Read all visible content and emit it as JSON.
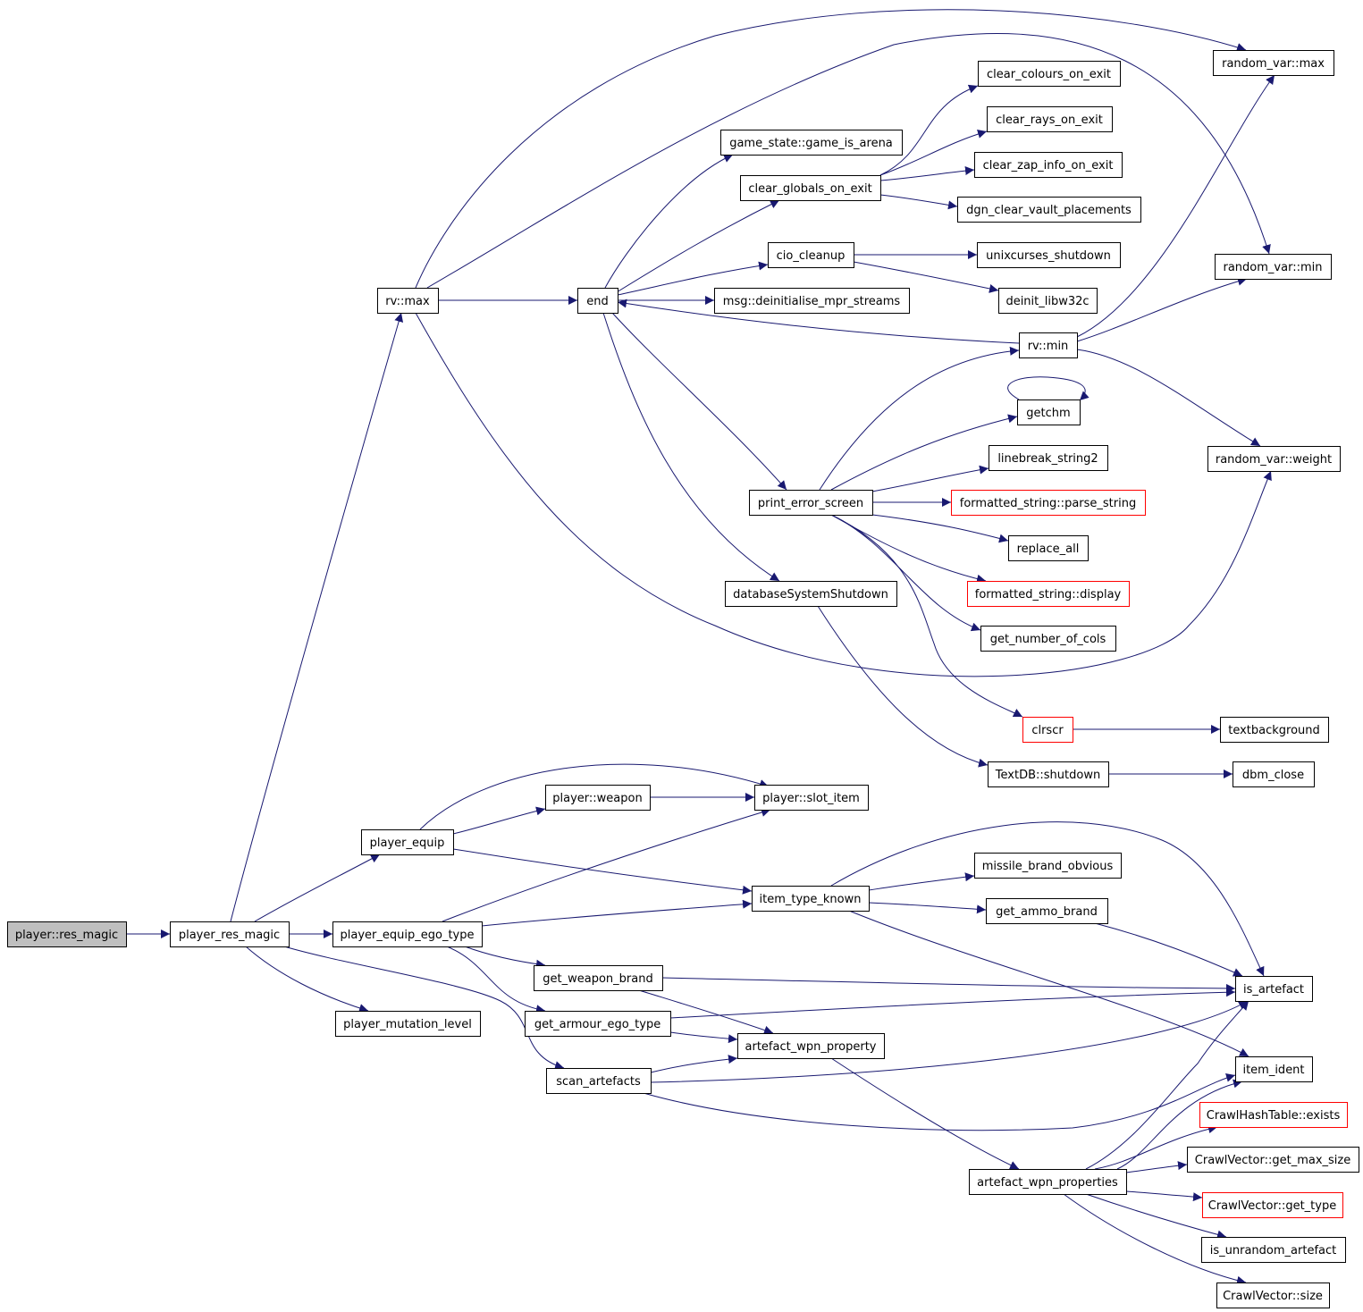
{
  "colors": {
    "background": "#ffffff",
    "node_border": "#000000",
    "node_border_truncated": "#ff0000",
    "root_fill": "#bfbfbf",
    "edge": "#191970"
  },
  "nodes": [
    {
      "id": "res_magic",
      "label": "player::res_magic",
      "root": true
    },
    {
      "id": "player_res_magic",
      "label": "player_res_magic"
    },
    {
      "id": "rv_max",
      "label": "rv::max"
    },
    {
      "id": "end",
      "label": "end"
    },
    {
      "id": "random_var_max",
      "label": "random_var::max"
    },
    {
      "id": "random_var_min",
      "label": "random_var::min"
    },
    {
      "id": "random_var_weight",
      "label": "random_var::weight"
    },
    {
      "id": "clear_colours_on_exit",
      "label": "clear_colours_on_exit"
    },
    {
      "id": "clear_rays_on_exit",
      "label": "clear_rays_on_exit"
    },
    {
      "id": "clear_zap_info_on_exit",
      "label": "clear_zap_info_on_exit"
    },
    {
      "id": "dgn_clear_vault_placements",
      "label": "dgn_clear_vault_placements"
    },
    {
      "id": "game_is_arena",
      "label": "game_state::game_is_arena"
    },
    {
      "id": "clear_globals_on_exit",
      "label": "clear_globals_on_exit"
    },
    {
      "id": "cio_cleanup",
      "label": "cio_cleanup"
    },
    {
      "id": "unixcurses_shutdown",
      "label": "unixcurses_shutdown"
    },
    {
      "id": "deinit_libw32c",
      "label": "deinit_libw32c"
    },
    {
      "id": "msg_deinit",
      "label": "msg::deinitialise_mpr_streams"
    },
    {
      "id": "rv_min",
      "label": "rv::min"
    },
    {
      "id": "getchm",
      "label": "getchm"
    },
    {
      "id": "linebreak_string2",
      "label": "linebreak_string2"
    },
    {
      "id": "print_error_screen",
      "label": "print_error_screen"
    },
    {
      "id": "parse_string",
      "label": "formatted_string::parse_string",
      "truncated": true
    },
    {
      "id": "replace_all",
      "label": "replace_all"
    },
    {
      "id": "fs_display",
      "label": "formatted_string::display",
      "truncated": true
    },
    {
      "id": "database_shutdown",
      "label": "databaseSystemShutdown"
    },
    {
      "id": "get_number_of_cols",
      "label": "get_number_of_cols"
    },
    {
      "id": "clrscr",
      "label": "clrscr",
      "truncated": true
    },
    {
      "id": "textbackground",
      "label": "textbackground"
    },
    {
      "id": "textdb_shutdown",
      "label": "TextDB::shutdown"
    },
    {
      "id": "dbm_close",
      "label": "dbm_close"
    },
    {
      "id": "player_weapon",
      "label": "player::weapon"
    },
    {
      "id": "slot_item",
      "label": "player::slot_item"
    },
    {
      "id": "player_equip",
      "label": "player_equip"
    },
    {
      "id": "missile_brand_obvious",
      "label": "missile_brand_obvious"
    },
    {
      "id": "item_type_known",
      "label": "item_type_known"
    },
    {
      "id": "get_ammo_brand",
      "label": "get_ammo_brand"
    },
    {
      "id": "player_equip_ego_type",
      "label": "player_equip_ego_type"
    },
    {
      "id": "get_weapon_brand",
      "label": "get_weapon_brand"
    },
    {
      "id": "is_artefact",
      "label": "is_artefact"
    },
    {
      "id": "get_armour_ego_type",
      "label": "get_armour_ego_type"
    },
    {
      "id": "player_mutation_level",
      "label": "player_mutation_level"
    },
    {
      "id": "artefact_wpn_property",
      "label": "artefact_wpn_property"
    },
    {
      "id": "item_ident",
      "label": "item_ident"
    },
    {
      "id": "scan_artefacts",
      "label": "scan_artefacts"
    },
    {
      "id": "hash_exists",
      "label": "CrawlHashTable::exists",
      "truncated": true
    },
    {
      "id": "cv_get_max_size",
      "label": "CrawlVector::get_max_size"
    },
    {
      "id": "artefact_wpn_properties",
      "label": "artefact_wpn_properties"
    },
    {
      "id": "cv_get_type",
      "label": "CrawlVector::get_type",
      "truncated": true
    },
    {
      "id": "is_unrandom_artefact",
      "label": "is_unrandom_artefact"
    },
    {
      "id": "cv_size",
      "label": "CrawlVector::size"
    }
  ],
  "edges": [
    [
      "res_magic",
      "player_res_magic"
    ],
    [
      "player_res_magic",
      "rv_max"
    ],
    [
      "player_res_magic",
      "player_equip"
    ],
    [
      "player_res_magic",
      "player_equip_ego_type"
    ],
    [
      "player_res_magic",
      "player_mutation_level"
    ],
    [
      "player_res_magic",
      "scan_artefacts"
    ],
    [
      "rv_max",
      "end"
    ],
    [
      "rv_max",
      "random_var_max"
    ],
    [
      "rv_max",
      "random_var_min"
    ],
    [
      "rv_max",
      "random_var_weight"
    ],
    [
      "end",
      "game_is_arena"
    ],
    [
      "end",
      "clear_globals_on_exit"
    ],
    [
      "end",
      "cio_cleanup"
    ],
    [
      "end",
      "msg_deinit"
    ],
    [
      "end",
      "print_error_screen"
    ],
    [
      "end",
      "database_shutdown"
    ],
    [
      "clear_globals_on_exit",
      "clear_colours_on_exit"
    ],
    [
      "clear_globals_on_exit",
      "clear_rays_on_exit"
    ],
    [
      "clear_globals_on_exit",
      "clear_zap_info_on_exit"
    ],
    [
      "clear_globals_on_exit",
      "dgn_clear_vault_placements"
    ],
    [
      "cio_cleanup",
      "unixcurses_shutdown"
    ],
    [
      "cio_cleanup",
      "deinit_libw32c"
    ],
    [
      "rv_min",
      "end"
    ],
    [
      "rv_min",
      "random_var_max"
    ],
    [
      "rv_min",
      "random_var_min"
    ],
    [
      "rv_min",
      "random_var_weight"
    ],
    [
      "getchm",
      "getchm"
    ],
    [
      "print_error_screen",
      "rv_min"
    ],
    [
      "print_error_screen",
      "getchm"
    ],
    [
      "print_error_screen",
      "linebreak_string2"
    ],
    [
      "print_error_screen",
      "parse_string"
    ],
    [
      "print_error_screen",
      "replace_all"
    ],
    [
      "print_error_screen",
      "fs_display"
    ],
    [
      "print_error_screen",
      "get_number_of_cols"
    ],
    [
      "print_error_screen",
      "clrscr"
    ],
    [
      "clrscr",
      "textbackground"
    ],
    [
      "database_shutdown",
      "textdb_shutdown"
    ],
    [
      "textdb_shutdown",
      "dbm_close"
    ],
    [
      "player_equip",
      "player_weapon"
    ],
    [
      "player_equip",
      "slot_item"
    ],
    [
      "player_equip",
      "item_type_known"
    ],
    [
      "player_weapon",
      "slot_item"
    ],
    [
      "player_equip_ego_type",
      "slot_item"
    ],
    [
      "player_equip_ego_type",
      "item_type_known"
    ],
    [
      "player_equip_ego_type",
      "get_weapon_brand"
    ],
    [
      "player_equip_ego_type",
      "get_armour_ego_type"
    ],
    [
      "item_type_known",
      "missile_brand_obvious"
    ],
    [
      "item_type_known",
      "get_ammo_brand"
    ],
    [
      "item_type_known",
      "is_artefact"
    ],
    [
      "item_type_known",
      "item_ident"
    ],
    [
      "get_ammo_brand",
      "is_artefact"
    ],
    [
      "get_weapon_brand",
      "is_artefact"
    ],
    [
      "get_weapon_brand",
      "artefact_wpn_property"
    ],
    [
      "get_armour_ego_type",
      "is_artefact"
    ],
    [
      "get_armour_ego_type",
      "artefact_wpn_property"
    ],
    [
      "scan_artefacts",
      "artefact_wpn_property"
    ],
    [
      "scan_artefacts",
      "is_artefact"
    ],
    [
      "scan_artefacts",
      "item_ident"
    ],
    [
      "artefact_wpn_property",
      "artefact_wpn_properties"
    ],
    [
      "artefact_wpn_properties",
      "is_artefact"
    ],
    [
      "artefact_wpn_properties",
      "item_ident"
    ],
    [
      "artefact_wpn_properties",
      "hash_exists"
    ],
    [
      "artefact_wpn_properties",
      "cv_get_max_size"
    ],
    [
      "artefact_wpn_properties",
      "cv_get_type"
    ],
    [
      "artefact_wpn_properties",
      "is_unrandom_artefact"
    ],
    [
      "artefact_wpn_properties",
      "cv_size"
    ]
  ]
}
